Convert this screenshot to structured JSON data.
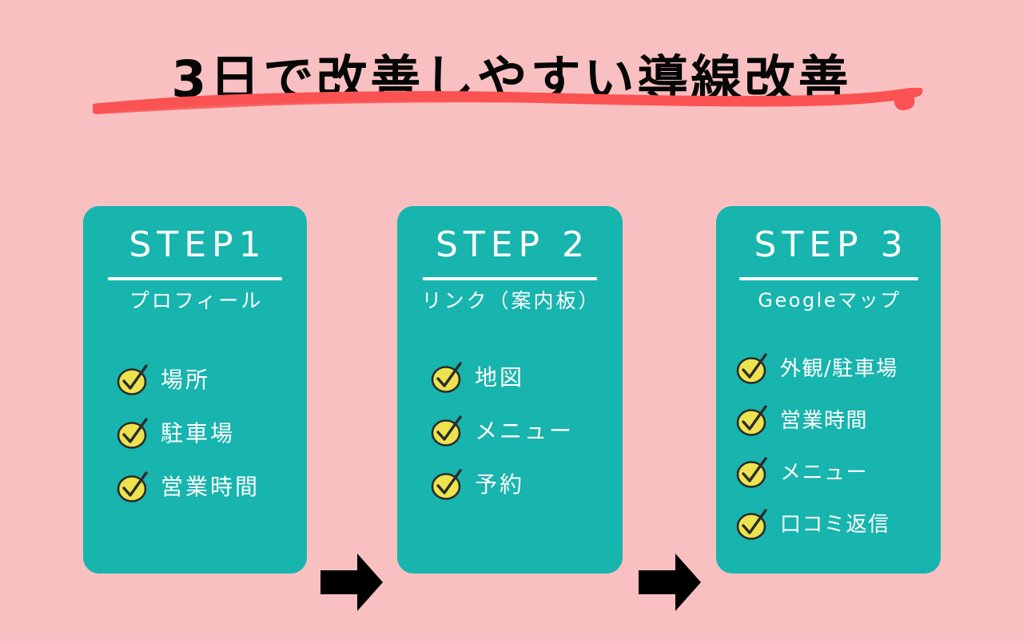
{
  "page": {
    "title": "3日で改善しやすい導線改善",
    "background_color": "#F9C0C1",
    "card_color": "#18B4AE",
    "accent_underline_color": "#FA5252",
    "check_icon_color": "#EDE34F",
    "text_color": "#FFFFFF",
    "title_color": "#060606"
  },
  "steps": [
    {
      "label": "STEP1",
      "subtitle": "プロフィール",
      "items": [
        {
          "icon": "check-circle-icon",
          "text": "場所"
        },
        {
          "icon": "check-circle-icon",
          "text": "駐車場"
        },
        {
          "icon": "check-circle-icon",
          "text": "営業時間"
        }
      ]
    },
    {
      "label": "STEP 2",
      "subtitle": "リンク（案内板）",
      "items": [
        {
          "icon": "check-circle-icon",
          "text": "地図"
        },
        {
          "icon": "check-circle-icon",
          "text": "メニュー"
        },
        {
          "icon": "check-circle-icon",
          "text": "予約"
        }
      ]
    },
    {
      "label": "STEP 3",
      "subtitle": "Geogleマップ",
      "items": [
        {
          "icon": "check-circle-icon",
          "text": "外観/駐車場"
        },
        {
          "icon": "check-circle-icon",
          "text": "営業時間"
        },
        {
          "icon": "check-circle-icon",
          "text": "メニュー"
        },
        {
          "icon": "check-circle-icon",
          "text": "口コミ返信"
        }
      ]
    }
  ],
  "connectors": [
    {
      "icon": "arrow-right-icon",
      "from": "STEP1",
      "to": "STEP 2"
    },
    {
      "icon": "arrow-right-icon",
      "from": "STEP 2",
      "to": "STEP 3"
    }
  ]
}
